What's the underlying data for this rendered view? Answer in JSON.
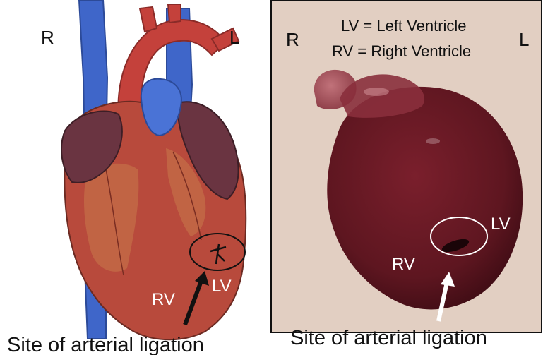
{
  "left_panel": {
    "orientation_right": "R",
    "orientation_left": "L",
    "label_rv": "RV",
    "label_lv": "LV",
    "caption": "Site of arterial ligation"
  },
  "right_panel": {
    "orientation_right": "R",
    "orientation_left": "L",
    "legend_lv": "LV = Left Ventricle",
    "legend_rv": "RV = Right Ventricle",
    "label_rv": "RV",
    "label_lv": "LV",
    "caption": "Site of arterial ligation"
  },
  "colors": {
    "vein_blue": "#3f66c9",
    "heart_red": "#b84a3c",
    "atrium_purple": "#6a3441",
    "aorta_red": "#c4413b",
    "photo_background": "#e2cfc2",
    "heart_photo": "#6b1a24"
  }
}
